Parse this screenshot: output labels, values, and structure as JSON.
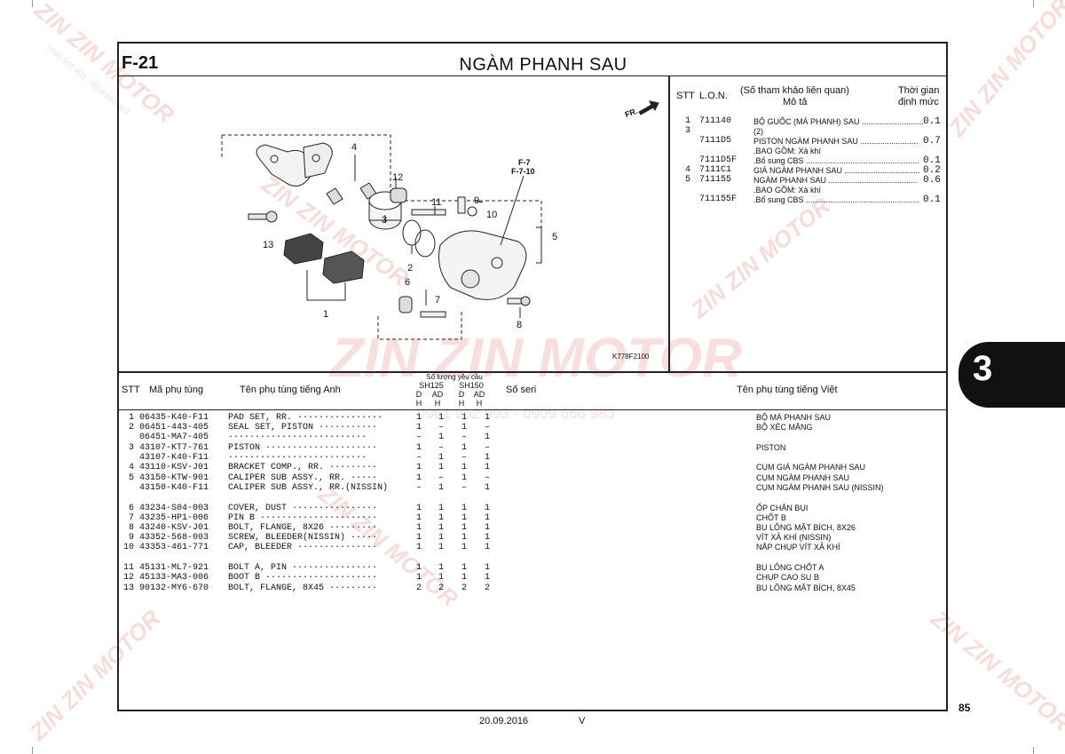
{
  "page": {
    "ref": "F-21",
    "title": "NGÀM PHANH SAU",
    "tab_number": "3",
    "page_number": "85",
    "date": "20.09.2016",
    "version": "V",
    "diagram_code": "K778F2100"
  },
  "diagram": {
    "arrow_label": "FR.",
    "ref_label_1": "F-7",
    "ref_label_2": "F-7-10",
    "callouts": [
      "1",
      "2",
      "3",
      "4",
      "5",
      "6",
      "7",
      "8",
      "9",
      "10",
      "11",
      "12",
      "13"
    ]
  },
  "labor": {
    "headers": {
      "stt": "STT",
      "lon": "L.O.N.",
      "desc_line1": "(Số tham khảo liên quan)",
      "desc_line2": "Mô tả",
      "time_line1": "Thời gian",
      "time_line2": "định mức"
    },
    "rows": [
      {
        "stt": "1",
        "code": "711140",
        "desc": "BỘ GUỐC (MÁ PHANH) SAU ............................",
        "value": "0.1"
      },
      {
        "stt": "3",
        "code": "",
        "desc": "(2)",
        "value": ""
      },
      {
        "stt": "",
        "code": "7111D5",
        "desc": "PISTON NGÀM PHANH SAU ..........................",
        "value": "0.7"
      },
      {
        "stt": "",
        "code": "",
        "desc": ".BAO GỒM: Xả khí",
        "value": ""
      },
      {
        "stt": "",
        "code": "7111D5F",
        "desc": ".Bổ sung CBS ...................................................",
        "value": "0.1"
      },
      {
        "stt": "4",
        "code": "7111C1",
        "desc": "GIÁ NGÀM PHANH SAU ..................................",
        "value": "0.2"
      },
      {
        "stt": "5",
        "code": "711155",
        "desc": "NGÀM PHANH SAU ........................................",
        "value": "0.6"
      },
      {
        "stt": "",
        "code": "",
        "desc": ".BAO GỒM: Xả khí",
        "value": ""
      },
      {
        "stt": "",
        "code": "711155F",
        "desc": ".Bổ sung CBS ...................................................",
        "value": "0.1"
      }
    ]
  },
  "parts": {
    "headers": {
      "stt": "STT",
      "code": "Mã phụ tùng",
      "name_en": "Tên phụ tùng tiếng Anh",
      "qty_title": "Số lượng yêu cầu",
      "model1": "SH125",
      "model2": "SH150",
      "d": "D",
      "ad": "AD",
      "h": "H",
      "serial": "Số seri",
      "name_vn": "Tên phụ tùng tiếng Việt"
    },
    "rows": [
      {
        "stt": "1",
        "code": "06435-K40-F11",
        "name": "PAD SET, RR. ················",
        "q": [
          "1",
          "1",
          "1",
          "1"
        ],
        "vn": "BỘ MÁ PHANH SAU"
      },
      {
        "stt": "2",
        "code": "06451-443-405",
        "name": "SEAL SET, PISTON ···········",
        "q": [
          "1",
          "–",
          "1",
          "–"
        ],
        "vn": "BỘ XÉC MĂNG"
      },
      {
        "stt": "",
        "code": "06451-MA7-405",
        "name": "··························",
        "q": [
          "–",
          "1",
          "–",
          "1"
        ],
        "vn": ""
      },
      {
        "stt": "3",
        "code": "43107-KT7-761",
        "name": "PISTON ·····················",
        "q": [
          "1",
          "–",
          "1",
          "–"
        ],
        "vn": "PISTON"
      },
      {
        "stt": "",
        "code": "43107-K40-F11",
        "name": "··························",
        "q": [
          "–",
          "1",
          "–",
          "1"
        ],
        "vn": ""
      },
      {
        "stt": "4",
        "code": "43110-KSV-J01",
        "name": "BRACKET COMP., RR. ·········",
        "q": [
          "1",
          "1",
          "1",
          "1"
        ],
        "vn": "CỤM GIÁ NGÀM PHANH SAU"
      },
      {
        "stt": "5",
        "code": "43150-KTW-901",
        "name": "CALIPER SUB ASSY., RR. ·····",
        "q": [
          "1",
          "–",
          "1",
          "–"
        ],
        "vn": "CỤM NGÀM PHANH SAU"
      },
      {
        "stt": "",
        "code": "43150-K40-F11",
        "name": "CALIPER SUB ASSY., RR.(NISSIN)",
        "q": [
          "–",
          "1",
          "–",
          "1"
        ],
        "vn": "CỤM NGÀM PHANH SAU (NISSIN)"
      },
      {
        "stt": "6",
        "code": "43234-S04-003",
        "name": "COVER, DUST ················",
        "q": [
          "1",
          "1",
          "1",
          "1"
        ],
        "vn": "ỐP CHẮN BỤI"
      },
      {
        "stt": "7",
        "code": "43235-HP1-006",
        "name": "PIN B ······················",
        "q": [
          "1",
          "1",
          "1",
          "1"
        ],
        "vn": "CHỐT B"
      },
      {
        "stt": "8",
        "code": "43240-KSV-J01",
        "name": "BOLT, FLANGE, 8X26 ·········",
        "q": [
          "1",
          "1",
          "1",
          "1"
        ],
        "vn": "BU LÔNG MẶT BÍCH, 8X26"
      },
      {
        "stt": "9",
        "code": "43352-568-003",
        "name": "SCREW, BLEEDER(NISSIN) ·····",
        "q": [
          "1",
          "1",
          "1",
          "1"
        ],
        "vn": "VÍT XẢ KHÍ (NISSIN)"
      },
      {
        "stt": "10",
        "code": "43353-461-771",
        "name": "CAP, BLEEDER ···············",
        "q": [
          "1",
          "1",
          "1",
          "1"
        ],
        "vn": "NẮP CHỤP VÍT XẢ KHÍ"
      },
      {
        "stt": "11",
        "code": "45131-ML7-921",
        "name": "BOLT A, PIN ················",
        "q": [
          "1",
          "1",
          "1",
          "1"
        ],
        "vn": "BU LÔNG CHỐT A"
      },
      {
        "stt": "12",
        "code": "45133-MA3-006",
        "name": "BOOT B ·····················",
        "q": [
          "1",
          "1",
          "1",
          "1"
        ],
        "vn": "CHỤP CAO SU B"
      },
      {
        "stt": "13",
        "code": "90132-MY6-670",
        "name": "BOLT, FLANGE, 8X45 ·········",
        "q": [
          "2",
          "2",
          "2",
          "2"
        ],
        "vn": "BU LÔNG MẶT BÍCH, 8X45"
      }
    ]
  },
  "watermark": {
    "brand": "ZIN ZIN MOTOR",
    "phone": "0961 962 993 - 0909 666 983",
    "phone_small": "0966 962 993 - 0909 666 983"
  }
}
